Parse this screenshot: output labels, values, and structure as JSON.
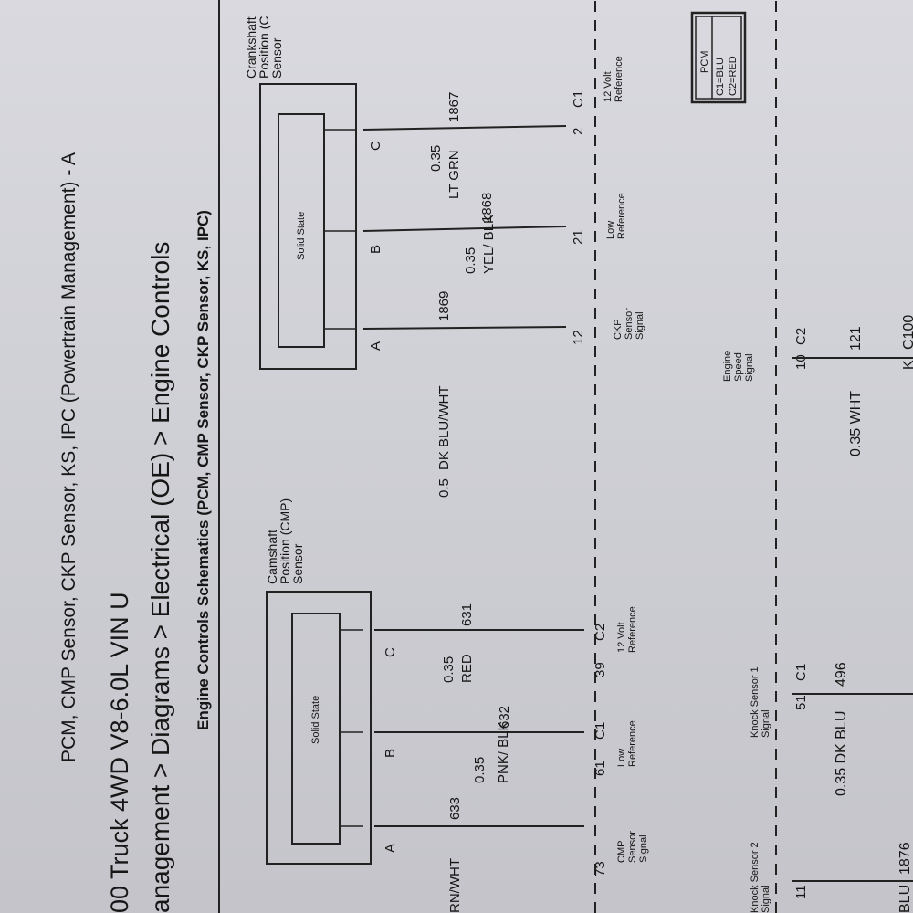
{
  "header": {
    "title_line1": "PCM, CMP Sensor, CKP Sensor, KS, IPC (Powertrain Management) - A",
    "title_line2": "00 Truck 4WD V8-6.0L VIN U",
    "breadcrumb": "anagement > Diagrams > Electrical (OE) > Engine Controls",
    "subtitle": "Engine Controls Schematics (PCM, CMP Sensor, CKP Sensor, KS, IPC)"
  },
  "cmp_sensor": {
    "name": "Camshaft Position (CMP) Sensor",
    "inner": "Solid State",
    "pins": [
      "A",
      "B",
      "C"
    ],
    "wires": [
      {
        "circuit": "633",
        "color": "RN/WHT"
      },
      {
        "circuit": "632",
        "gauge": "0.35",
        "color": "PNK/ BLK"
      },
      {
        "circuit": "631",
        "gauge": "0.35",
        "color": "RED"
      }
    ],
    "pcm_pins": [
      {
        "pin": "73",
        "connector": "",
        "label": "CMP Sensor Signal"
      },
      {
        "pin": "61",
        "connector": "C1",
        "label": "Low Reference"
      },
      {
        "pin": "39",
        "connector": "C2",
        "label": "12 Volt Reference"
      }
    ]
  },
  "ckp_sensor": {
    "name": "Crankshaft Position (C Sensor",
    "inner": "Solid State",
    "pins": [
      "A",
      "B",
      "C"
    ],
    "wires": [
      {
        "circuit": "1869",
        "gauge": "0.5",
        "color": "DK BLU/WHT"
      },
      {
        "circuit": "1868",
        "gauge": "0.35",
        "color": "YEL/ BLK"
      },
      {
        "circuit": "1867",
        "gauge": "0.35",
        "color": "LT GRN"
      }
    ],
    "pcm_pins": [
      {
        "pin": "12",
        "connector": "",
        "label": "CKP Sensor Signal"
      },
      {
        "pin": "21",
        "connector": "",
        "label": "Low Reference"
      },
      {
        "pin": "2",
        "connector": "C1",
        "label": "12 Volt Reference"
      }
    ]
  },
  "engine_speed": {
    "label": "Engine Speed Signal",
    "pin": "10",
    "connector": "C2",
    "wire": {
      "gauge": "0.35",
      "color": "WHT",
      "circuit": "121"
    },
    "splice": {
      "pin": "K",
      "connector": "C100"
    }
  },
  "knock1": {
    "label": "Knock Sensor 1 Signal",
    "pin": "51",
    "connector": "C1",
    "wire": {
      "gauge": "0.35",
      "color": "DK BLU",
      "circuit": "496"
    }
  },
  "knock2": {
    "label": "Knock Sensor 2 Signal",
    "pin": "11",
    "wire": {
      "color": "BLU",
      "circuit": "1876"
    }
  },
  "pcm_legend": {
    "title": "PCM",
    "line1": "C1=BLU",
    "line2": "C2=RED"
  }
}
